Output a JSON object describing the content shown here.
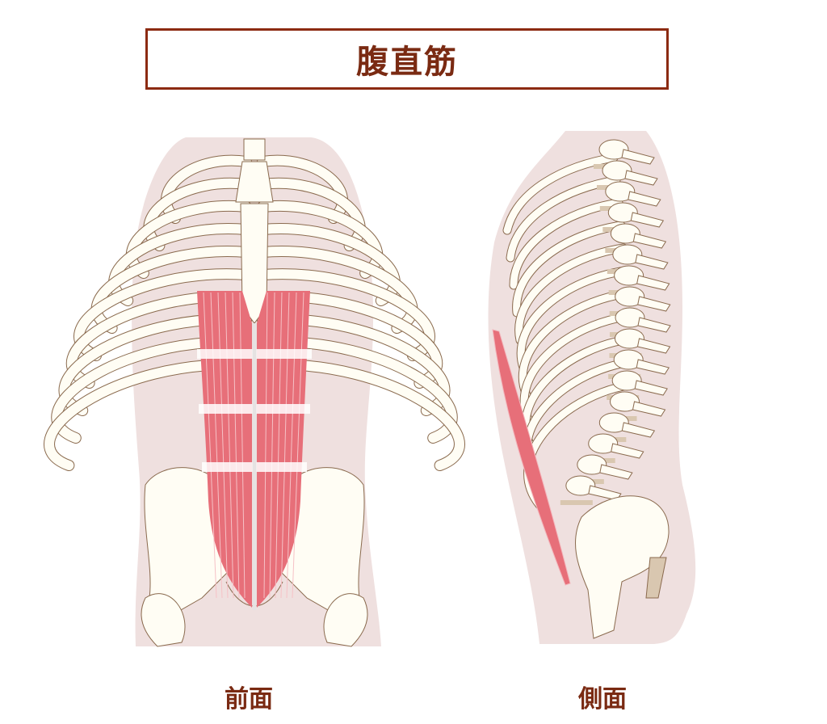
{
  "title": "腹直筋",
  "views": {
    "front": {
      "label": "前面"
    },
    "side": {
      "label": "側面"
    }
  },
  "colors": {
    "title_border": "#8c2b12",
    "text": "#7a2a12",
    "body": "#efe0df",
    "bone": "#fffdf4",
    "bone_outline": "#8a6a4e",
    "muscle": "#e76f79",
    "disc": "#d9c7b0"
  }
}
